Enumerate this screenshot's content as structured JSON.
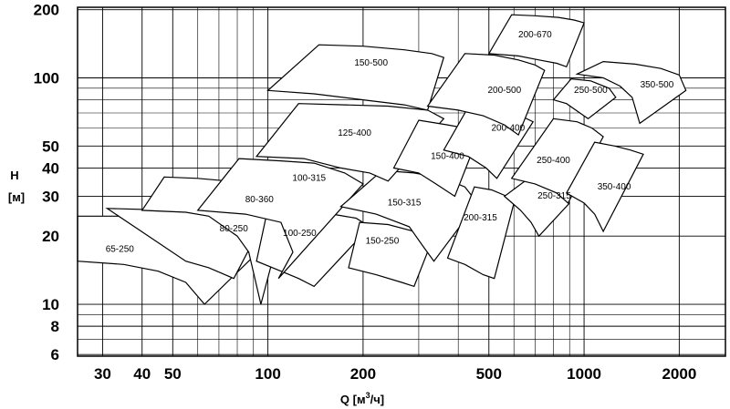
{
  "chart_data": {
    "type": "area",
    "xlabel": "Q [м³/ч]",
    "ylabel": "H [м]",
    "ylabel_parts": [
      "H",
      "[м]"
    ],
    "xlabel_base": "Q [м",
    "xlabel_sup": "3",
    "xlabel_tail": "/ч]",
    "x_scale": "log",
    "y_scale": "log",
    "xlim": [
      25,
      2800
    ],
    "ylim": [
      5.9,
      205
    ],
    "grid": true,
    "x_ticks": [
      30,
      40,
      50,
      100,
      200,
      500,
      1000,
      2000
    ],
    "x_tick_labels": [
      "30",
      "40",
      "50",
      "100",
      "200",
      "500",
      "1000",
      "2000"
    ],
    "y_ticks": [
      6,
      8,
      10,
      20,
      30,
      40,
      50,
      100,
      200
    ],
    "y_tick_labels": [
      "6",
      "8",
      "10",
      "20",
      "30",
      "40",
      "50",
      "100",
      "200"
    ],
    "x_gridlines": [
      30,
      40,
      50,
      60,
      70,
      80,
      90,
      100,
      200,
      300,
      400,
      500,
      600,
      700,
      800,
      900,
      1000,
      2000
    ],
    "y_gridlines": [
      6,
      7,
      8,
      9,
      10,
      20,
      30,
      40,
      50,
      60,
      70,
      80,
      90,
      100,
      200
    ],
    "regions": [
      {
        "name": "65-250",
        "label_at": [
          34,
          17.5
        ],
        "top": [
          [
            25,
            24.5
          ],
          [
            40,
            24.5
          ],
          [
            55,
            24
          ],
          [
            70,
            23
          ],
          [
            83,
            21
          ],
          [
            90,
            19
          ],
          [
            95,
            17.5
          ]
        ],
        "bottom": [
          [
            25,
            15.5
          ],
          [
            35,
            15
          ],
          [
            45,
            14
          ],
          [
            55,
            12.5
          ],
          [
            63,
            10
          ]
        ]
      },
      {
        "name": "80-250",
        "label_at": [
          78,
          21.5
        ],
        "top": [
          [
            31,
            26.5
          ],
          [
            50,
            26
          ],
          [
            65,
            25
          ],
          [
            80,
            24
          ],
          [
            95,
            22
          ]
        ],
        "bottom": [
          [
            55,
            15.5
          ],
          [
            65,
            14.5
          ],
          [
            78,
            13
          ]
        ]
      },
      {
        "name": "80-360",
        "label_at": [
          94,
          29
        ],
        "top": [
          [
            47,
            36.5
          ],
          [
            60,
            36
          ],
          [
            75,
            35
          ],
          [
            95,
            33
          ],
          [
            117,
            30
          ]
        ],
        "bottom": [
          [
            40,
            26
          ],
          [
            55,
            25.5
          ],
          [
            65,
            24.5
          ],
          [
            80,
            20
          ],
          [
            87,
            17
          ],
          [
            95,
            10
          ]
        ]
      },
      {
        "name": "100-250",
        "label_at": [
          126,
          20.5
        ],
        "top": [
          [
            100,
            26.5
          ],
          [
            130,
            26
          ],
          [
            160,
            25
          ],
          [
            190,
            24
          ],
          [
            210,
            22
          ]
        ],
        "bottom": [
          [
            92,
            15.5
          ],
          [
            110,
            14
          ],
          [
            125,
            13
          ],
          [
            140,
            12
          ]
        ]
      },
      {
        "name": "100-315",
        "label_at": [
          135,
          36
        ],
        "top": [
          [
            81,
            44
          ],
          [
            110,
            43
          ],
          [
            140,
            42
          ],
          [
            175,
            38
          ],
          [
            200,
            34
          ]
        ],
        "bottom": [
          [
            60,
            26
          ],
          [
            85,
            25
          ],
          [
            110,
            23
          ],
          [
            120,
            17
          ],
          [
            108,
            13
          ]
        ]
      },
      {
        "name": "150-250",
        "label_at": [
          230,
          19
        ],
        "top": [
          [
            195,
            23
          ],
          [
            240,
            22.5
          ],
          [
            290,
            21
          ],
          [
            330,
            19
          ]
        ],
        "bottom": [
          [
            180,
            14.5
          ],
          [
            220,
            13.5
          ],
          [
            265,
            12.5
          ],
          [
            290,
            12
          ]
        ]
      },
      {
        "name": "150-315",
        "label_at": [
          270,
          28
        ],
        "top": [
          [
            230,
            39
          ],
          [
            290,
            38
          ],
          [
            360,
            36
          ],
          [
            420,
            33
          ],
          [
            460,
            28
          ]
        ],
        "bottom": [
          [
            170,
            27
          ],
          [
            220,
            25
          ],
          [
            280,
            22
          ],
          [
            310,
            18
          ],
          [
            335,
            15.5
          ]
        ]
      },
      {
        "name": "125-400",
        "label_at": [
          188,
          57
        ],
        "top": [
          [
            125,
            77
          ],
          [
            175,
            76
          ],
          [
            240,
            75
          ],
          [
            320,
            72
          ],
          [
            360,
            66
          ]
        ],
        "bottom": [
          [
            92,
            45
          ],
          [
            130,
            44
          ],
          [
            170,
            40
          ],
          [
            210,
            38
          ],
          [
            240,
            35
          ]
        ]
      },
      {
        "name": "150-400",
        "label_at": [
          370,
          45
        ],
        "top": [
          [
            300,
            65
          ],
          [
            370,
            62
          ],
          [
            420,
            60
          ],
          [
            460,
            54
          ]
        ],
        "bottom": [
          [
            250,
            40
          ],
          [
            300,
            38
          ],
          [
            340,
            34
          ],
          [
            390,
            30
          ]
        ]
      },
      {
        "name": "150-500",
        "label_at": [
          212,
          116
        ],
        "top": [
          [
            145,
            140
          ],
          [
            200,
            138
          ],
          [
            270,
            133
          ],
          [
            330,
            128
          ],
          [
            360,
            123
          ]
        ],
        "bottom": [
          [
            100,
            88
          ],
          [
            140,
            85
          ],
          [
            200,
            80
          ],
          [
            270,
            76
          ],
          [
            320,
            72
          ]
        ]
      },
      {
        "name": "200-315",
        "label_at": [
          470,
          24
        ],
        "top": [
          [
            450,
            33
          ],
          [
            510,
            32
          ],
          [
            570,
            30
          ],
          [
            600,
            28
          ]
        ],
        "bottom": [
          [
            370,
            16
          ],
          [
            420,
            15
          ],
          [
            480,
            13.5
          ],
          [
            520,
            13
          ]
        ]
      },
      {
        "name": "200-400",
        "label_at": [
          575,
          60
        ],
        "top": [
          [
            425,
            72
          ],
          [
            530,
            70
          ],
          [
            630,
            68
          ],
          [
            690,
            64
          ]
        ],
        "bottom": [
          [
            360,
            48
          ],
          [
            430,
            45
          ],
          [
            490,
            40
          ],
          [
            530,
            36
          ]
        ]
      },
      {
        "name": "200-500",
        "label_at": [
          560,
          88
        ],
        "top": [
          [
            420,
            128
          ],
          [
            520,
            126
          ],
          [
            620,
            120
          ],
          [
            700,
            114
          ],
          [
            750,
            108
          ]
        ],
        "bottom": [
          [
            320,
            75
          ],
          [
            400,
            72
          ],
          [
            480,
            68
          ],
          [
            560,
            62
          ],
          [
            620,
            56
          ]
        ]
      },
      {
        "name": "200-670",
        "label_at": [
          700,
          155
        ],
        "top": [
          [
            590,
            190
          ],
          [
            700,
            188
          ],
          [
            830,
            185
          ],
          [
            930,
            180
          ],
          [
            1000,
            175
          ]
        ],
        "bottom": [
          [
            500,
            128
          ],
          [
            620,
            125
          ],
          [
            720,
            120
          ],
          [
            820,
            116
          ],
          [
            880,
            112
          ]
        ]
      },
      {
        "name": "250-315",
        "label_at": [
          805,
          30
        ],
        "top": [
          [
            650,
            35
          ],
          [
            760,
            33.5
          ],
          [
            860,
            31.5
          ],
          [
            900,
            28
          ]
        ],
        "bottom": [
          [
            560,
            30
          ],
          [
            630,
            26
          ],
          [
            680,
            23
          ],
          [
            720,
            20
          ]
        ]
      },
      {
        "name": "250-400",
        "label_at": [
          800,
          43
        ],
        "top": [
          [
            800,
            66
          ],
          [
            950,
            64
          ],
          [
            1060,
            60
          ],
          [
            1150,
            55
          ]
        ],
        "bottom": [
          [
            590,
            36
          ],
          [
            700,
            34
          ],
          [
            820,
            31
          ],
          [
            890,
            28
          ]
        ]
      },
      {
        "name": "250-500",
        "label_at": [
          1050,
          88
        ],
        "top": [
          [
            910,
            99
          ],
          [
            1050,
            97
          ],
          [
            1200,
            90
          ],
          [
            1260,
            82
          ]
        ],
        "bottom": [
          [
            800,
            80
          ],
          [
            880,
            77
          ],
          [
            970,
            70
          ],
          [
            1030,
            66
          ]
        ]
      },
      {
        "name": "350-400",
        "label_at": [
          1245,
          33
        ],
        "top": [
          [
            1080,
            52
          ],
          [
            1250,
            50
          ],
          [
            1400,
            48
          ],
          [
            1540,
            46
          ]
        ],
        "bottom": [
          [
            880,
            31
          ],
          [
            1000,
            28
          ],
          [
            1080,
            25
          ],
          [
            1150,
            21
          ]
        ]
      },
      {
        "name": "350-500",
        "label_at": [
          1700,
          93
        ],
        "top": [
          [
            1150,
            118
          ],
          [
            1450,
            115
          ],
          [
            1750,
            110
          ],
          [
            2000,
            103
          ],
          [
            2100,
            88
          ]
        ],
        "bottom": [
          [
            950,
            104
          ],
          [
            1150,
            100
          ],
          [
            1300,
            92
          ],
          [
            1420,
            82
          ],
          [
            1500,
            63
          ]
        ]
      }
    ]
  }
}
